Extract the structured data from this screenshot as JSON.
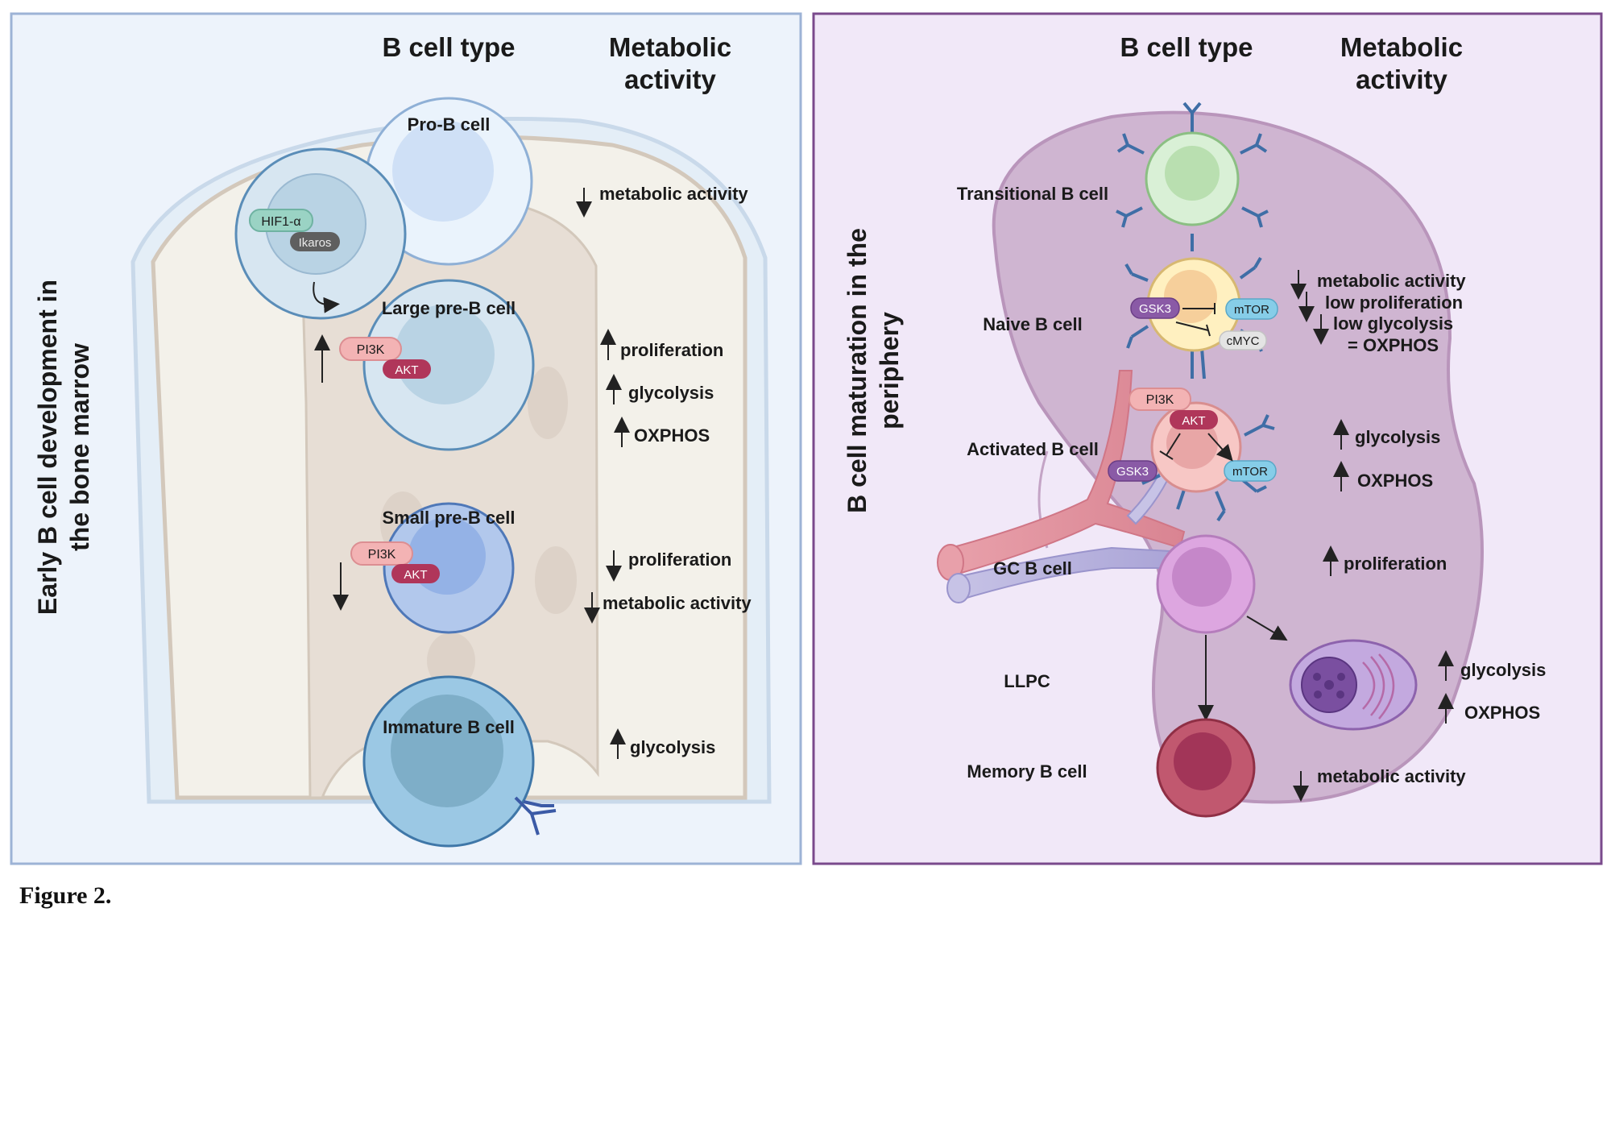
{
  "left_panel": {
    "side_title_line1": "Early B cell development in",
    "side_title_line2": "the bone marrow",
    "col_celltype": "B cell type",
    "col_metabolic_line1": "Metabolic",
    "col_metabolic_line2": "activity",
    "cells": {
      "pro_b": "Pro-B cell",
      "large_pre_b": "Large pre-B cell",
      "small_pre_b": "Small pre-B cell",
      "immature_b": "Immature B cell"
    },
    "molecules": {
      "hif1a": "HIF1-α",
      "ikaros": "Ikaros",
      "pi3k_1": "PI3K",
      "akt_1": "AKT",
      "pi3k_2": "PI3K",
      "akt_2": "AKT"
    },
    "metabolic": {
      "pro_b": "metabolic activity",
      "large_1": "proliferation",
      "large_2": "glycolysis",
      "large_3": "OXPHOS",
      "small_1": "proliferation",
      "small_2": "metabolic activity",
      "immature": "glycolysis"
    }
  },
  "right_panel": {
    "side_title_line1": "B cell maturation in the",
    "side_title_line2": "periphery",
    "col_celltype": "B cell type",
    "col_metabolic_line1": "Metabolic",
    "col_metabolic_line2": "activity",
    "cells": {
      "transitional": "Transitional B cell",
      "naive": "Naive B cell",
      "activated": "Activated B cell",
      "gc": "GC B cell",
      "llpc": "LLPC",
      "memory": "Memory B cell"
    },
    "molecules": {
      "gsk3_1": "GSK3",
      "mtor_1": "mTOR",
      "cmyc": "cMYC",
      "pi3k": "PI3K",
      "akt": "AKT",
      "gsk3_2": "GSK3",
      "mtor_2": "mTOR"
    },
    "metabolic": {
      "naive_1": "metabolic activity",
      "naive_2": "low proliferation",
      "naive_3": "low glycolysis",
      "naive_4": "= OXPHOS",
      "activated_1": "glycolysis",
      "activated_2": "OXPHOS",
      "gc": "proliferation",
      "llpc_1": "glycolysis",
      "llpc_2": "OXPHOS",
      "memory": "metabolic activity"
    }
  },
  "caption": "Figure 2.",
  "colors": {
    "left_bg": "#edf3fb",
    "left_border": "#9db3d6",
    "right_bg": "#f1e8f8",
    "right_border": "#7a4a8c"
  }
}
